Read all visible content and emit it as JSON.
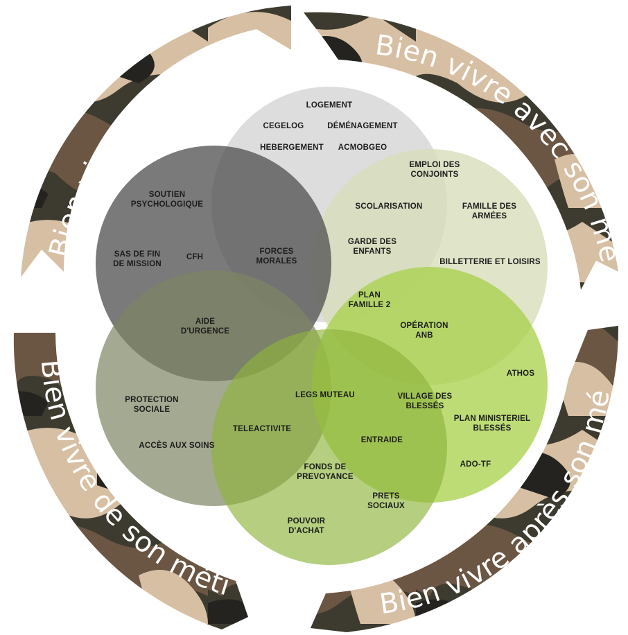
{
  "ring_titles": {
    "top_left": "Bien vivre son métier",
    "top_right": "Bien vivre avec son métier",
    "bottom_left": "Bien vivre de son métier",
    "bottom_right": "Bien vivre après son métier"
  },
  "colors": {
    "camo_dark": "#2b2a24",
    "camo_olive": "#4d4a39",
    "camo_brown": "#6b5543",
    "camo_sand": "#d7bfa3",
    "circle_top": "#dcdcdc",
    "circle_upper_left": "#5e5e5e",
    "circle_upper_right": "#dfe3c8",
    "circle_lower_left": "#8f9478",
    "circle_lower_right": "#a6d145",
    "circle_bottom": "#8fb33a"
  },
  "labels": {
    "logement": "LOGEMENT",
    "cegelog": "CEGELOG",
    "demenagement": "DÉMÉNAGEMENT",
    "hebergement": "HEBERGEMENT",
    "acmobgeo": "ACMOBGEO",
    "emploi_conjoints_1": "EMPLOI DES",
    "emploi_conjoints_2": "CONJOINTS",
    "soutien_1": "SOUTIEN",
    "soutien_2": "PSYCHOLOGIQUE",
    "scolarisation": "SCOLARISATION",
    "famille_armees_1": "FAMILLE DES",
    "famille_armees_2": "ARMÉES",
    "garde_1": "GARDE DES",
    "garde_2": "ENFANTS",
    "sas_1": "SAS DE FIN",
    "sas_2": "DE MISSION",
    "cfh": "CFH",
    "forces_1": "FORCES",
    "forces_2": "MORALES",
    "billetterie": "BILLETTERIE ET LOISIRS",
    "plan_famille_1": "PLAN",
    "plan_famille_2": "FAMILLE 2",
    "aide_1": "AIDE",
    "aide_2": "D'URGENCE",
    "operation_1": "OPÉRATION",
    "operation_2": "ANB",
    "athos": "ATHOS",
    "protection_1": "PROTECTION",
    "protection_2": "SOCIALE",
    "legs": "LEGS MUTEAU",
    "village_1": "VILLAGE DES",
    "village_2": "BLESSÉS",
    "teleactivite": "TELEACTIVITE",
    "plan_min_1": "PLAN MINISTERIEL",
    "plan_min_2": "BLESSÉS",
    "entraide": "ENTRAIDE",
    "acces_soins": "ACCÈS AUX SOINS",
    "ado_tf": "ADO-TF",
    "fonds_1": "FONDS DE",
    "fonds_2": "PREVOYANCE",
    "prets_1": "PRETS",
    "prets_2": "SOCIAUX",
    "pouvoir_1": "POUVOIR",
    "pouvoir_2": "D'ACHAT"
  }
}
